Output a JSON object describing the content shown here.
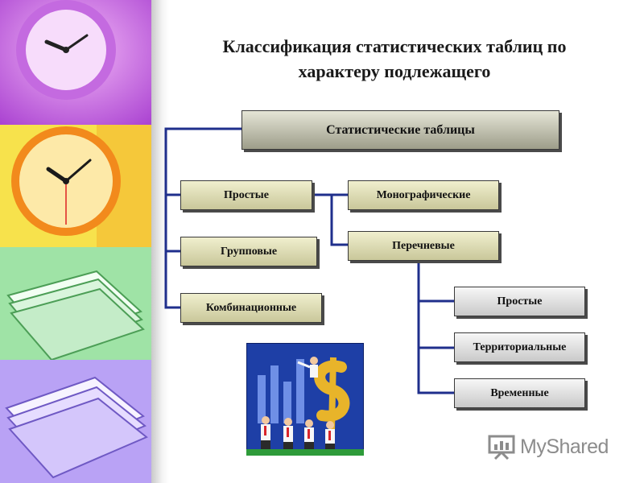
{
  "slide": {
    "title_line1": "Классификация статистических таблиц по",
    "title_line2": "характеру подлежащего"
  },
  "diagram": {
    "root": "Статистические таблицы",
    "simple": "Простые",
    "group": "Групповые",
    "combined": "Комбинационные",
    "monographic": "Монографические",
    "list": "Перечневые",
    "list_simple": "Простые",
    "territorial": "Территориальные",
    "temporal": "Временные"
  },
  "watermark": {
    "brand": "MyShared"
  },
  "colors": {
    "connector": "#1f2f8c",
    "root_fill": "#b3b3a0",
    "olive_fill": "#dedcb5",
    "grey_fill": "#e3e3e3",
    "purple_panel": "#b64ad8",
    "yellow_panel": "#f6e04a",
    "green_panel": "#7fd68a",
    "lavender_panel": "#a78bf0"
  },
  "icons": {
    "clock_purple": "wall-clock-icon",
    "clock_orange": "wall-clock-icon",
    "papers_green": "paper-stack-icon",
    "papers_lavender": "paper-stack-icon",
    "clipart": "business-people-dollar-illustration",
    "logo": "presentation-board-icon"
  }
}
